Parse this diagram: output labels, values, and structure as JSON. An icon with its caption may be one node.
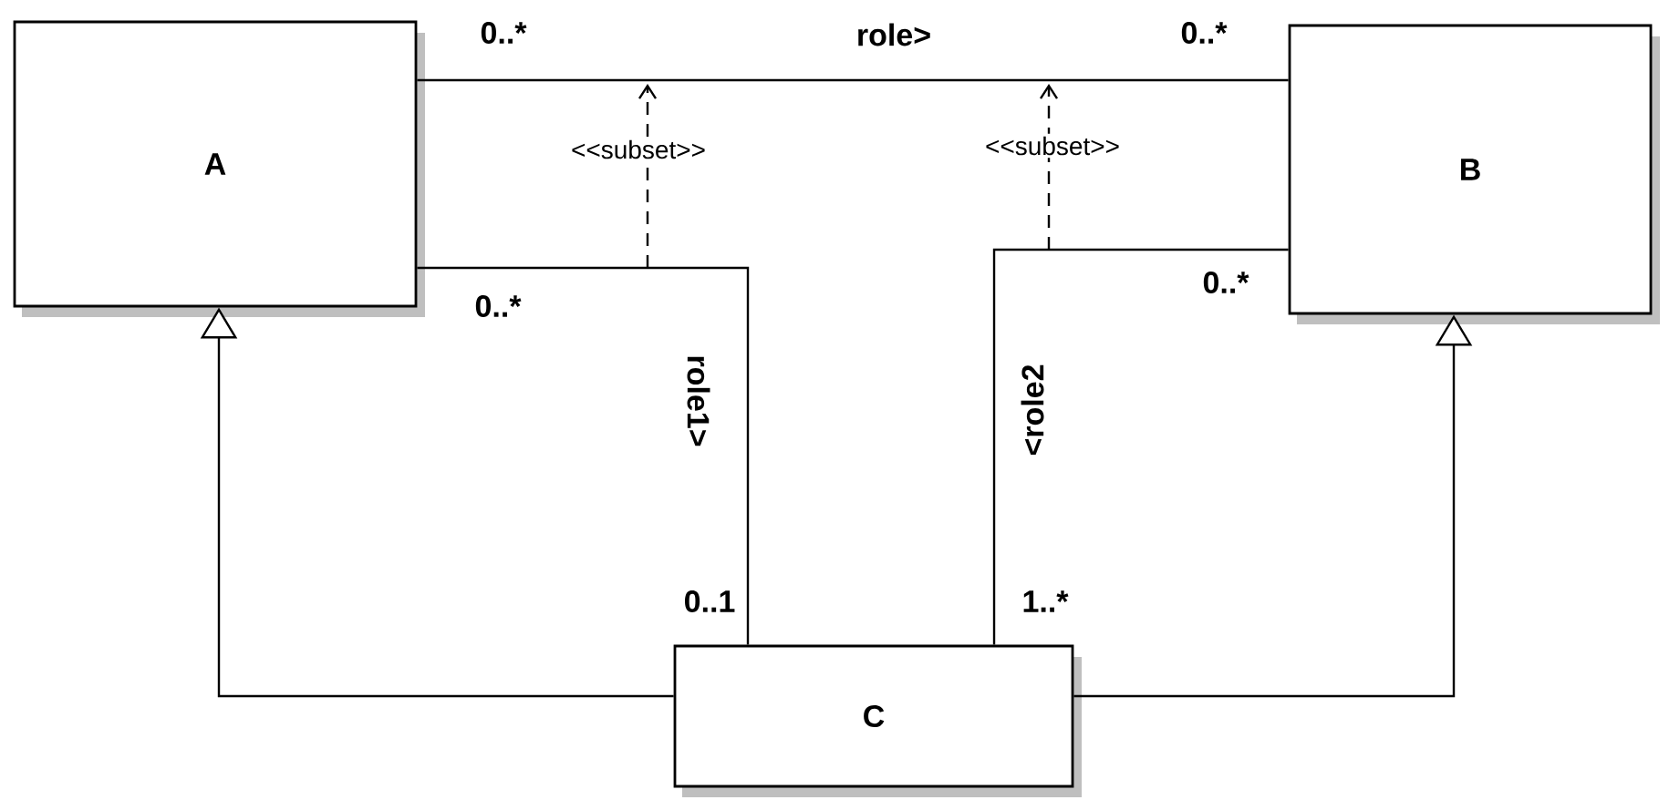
{
  "diagram": {
    "nodes": [
      {
        "text": [
          "A"
        ]
      },
      {
        "text": [
          "B"
        ]
      },
      {
        "text": [
          "C"
        ]
      }
    ],
    "edges": [
      {
        "from": 0,
        "to": 1,
        "arrow": "none",
        "label": "role>"
      },
      {
        "from": 0,
        "to": 2,
        "arrow": "none",
        "label": "role1>"
      },
      {
        "from": 1,
        "to": 2,
        "arrow": "none",
        "label": "<role2"
      },
      {
        "from": 2,
        "to": 0,
        "arrow": "to"
      },
      {
        "from": 2,
        "to": 1,
        "arrow": "to"
      }
    ],
    "labels": [
      "0..*",
      "0..*",
      "<<subset>>",
      "<<subset>>",
      "0..*",
      "0..*",
      "0..1",
      "1..*"
    ]
  }
}
